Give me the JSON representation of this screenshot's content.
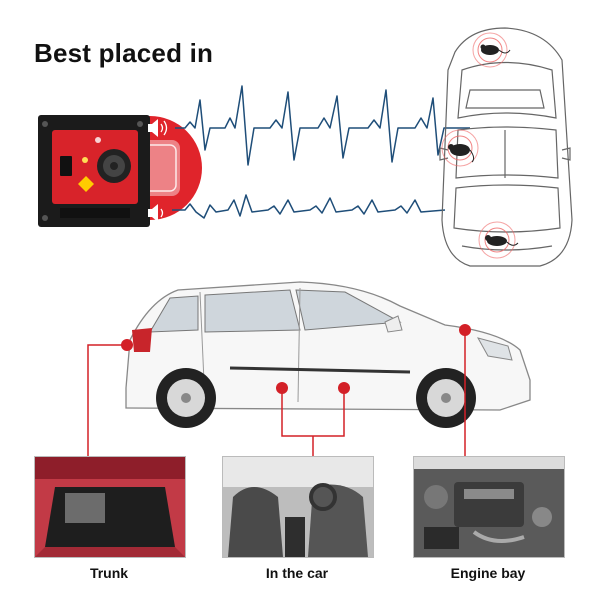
{
  "header": {
    "title": "Best placed in"
  },
  "locations": [
    {
      "label": "Trunk"
    },
    {
      "label": "In the car"
    },
    {
      "label": "Engine bay"
    }
  ],
  "colors": {
    "accent_red": "#d32027",
    "wave_blue": "#1f4e79",
    "device_black": "#1b1b1b",
    "car_outline": "#555555"
  }
}
